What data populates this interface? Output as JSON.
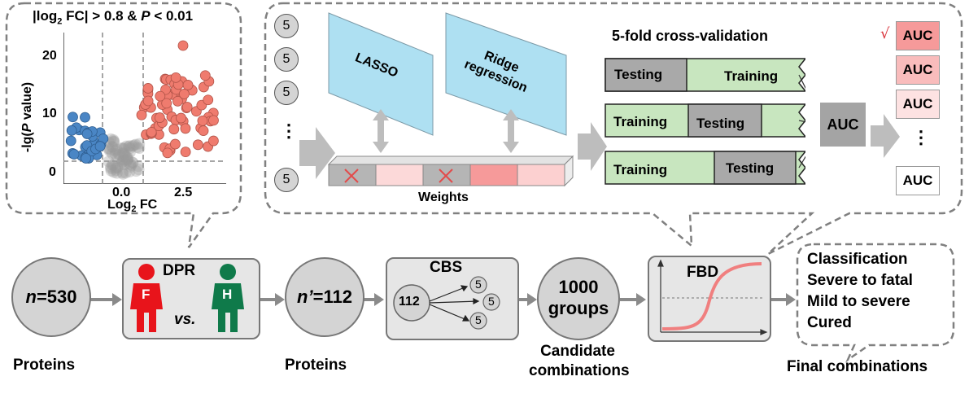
{
  "volcano": {
    "title_part1": "|log",
    "title_sub": "2",
    "title_part2": " FC| > 0.8 & ",
    "title_p": "P",
    "title_part3": " < 0.01",
    "ylabel_prefix": "-lg(",
    "ylabel_p": "P",
    "ylabel_suffix": " value)",
    "xlabel_main": "Log",
    "xlabel_sub": "2",
    "xlabel_tail": " FC",
    "yticks": [
      "0",
      "10",
      "20"
    ],
    "xticks": [
      "0.0",
      "2.5"
    ],
    "colors": {
      "down": "#4a86c5",
      "up": "#ef7b6e",
      "ns": "#9a9a9a"
    }
  },
  "top_panel": {
    "badges": [
      "5",
      "5",
      "5",
      "⋮",
      "5"
    ],
    "lasso": "LASSO",
    "ridge_line1": "Ridge",
    "ridge_line2": "regression",
    "weights_label": "Weights",
    "cv_title": "5-fold cross-validation",
    "folds": [
      [
        "Testing",
        "Training"
      ],
      [
        "Training",
        "Testing"
      ],
      [
        "Training",
        "Testing"
      ]
    ],
    "auc_center": "AUC",
    "check": "√",
    "auc_list": [
      "AUC",
      "AUC",
      "AUC",
      "⋮",
      "AUC"
    ]
  },
  "pipeline": {
    "n_label": "n",
    "n_value": "=530",
    "proteins1": "Proteins",
    "dpr_title": "DPR",
    "f_letter": "F",
    "h_letter": "H",
    "vs": "vs.",
    "n2_label": "n’",
    "n2_value": "=112",
    "proteins2": "Proteins",
    "cbs_title": "CBS",
    "cbs_source": "112",
    "cbs_targets": [
      "5",
      "5",
      "5"
    ],
    "groups_line1": "1000",
    "groups_line2": "groups",
    "candidate_line1": "Candidate",
    "candidate_line2": "combinations",
    "fbd_title": "FBD",
    "final_items": [
      "Classification",
      "Severe to fatal",
      "Mild to severe",
      "Cured"
    ],
    "final_label": "Final combinations"
  }
}
